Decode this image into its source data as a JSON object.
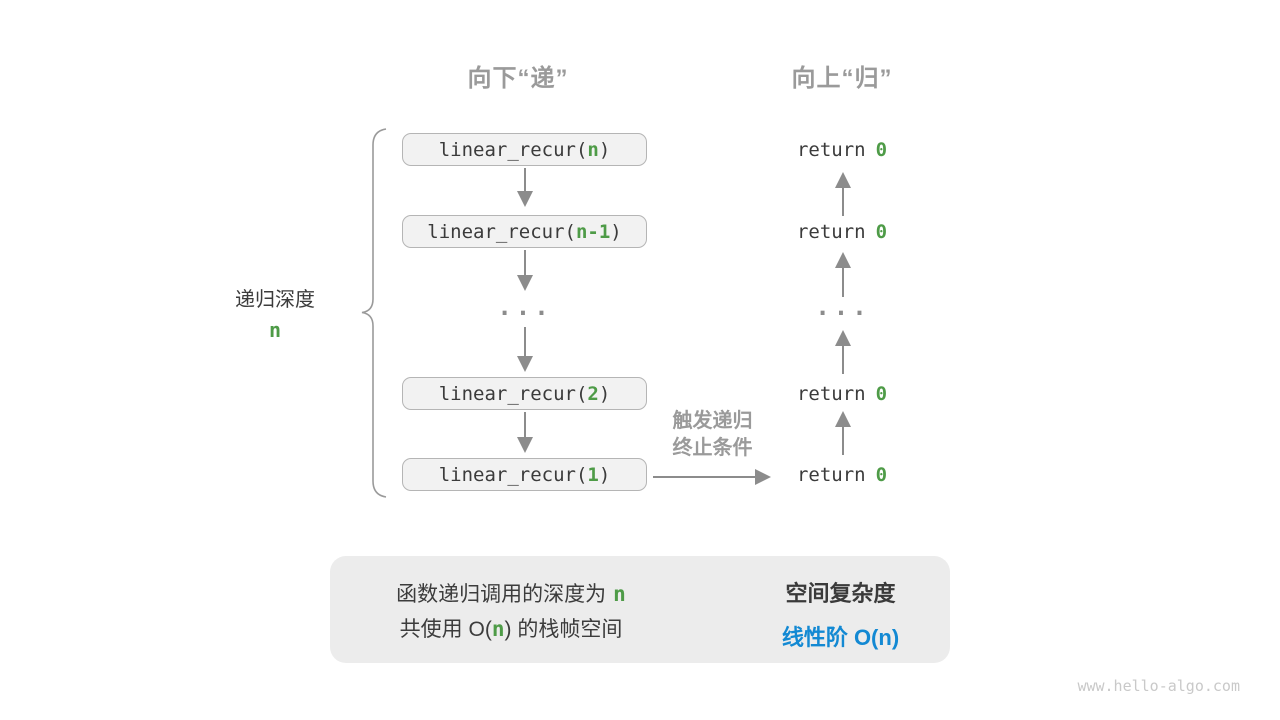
{
  "colors": {
    "green": "#4e9b47",
    "blue": "#1389d3",
    "gray-label": "#9a9a9a",
    "dark": "#3b3b3b",
    "arrow": "#8c8c8c",
    "box-fill": "#f2f2f2",
    "box-border": "#b5b5b5",
    "summary-fill": "#ececec",
    "summary-arrow": "#c6c6c6",
    "watermark": "#c9c9c9"
  },
  "headers": {
    "down_label": "向下“递”",
    "up_label": "向上“归”"
  },
  "depth_brace": {
    "label": "递归深度",
    "value": "n"
  },
  "call_stack": [
    {
      "prefix": "linear_recur(",
      "arg": "n",
      "suffix": ")"
    },
    {
      "prefix": "linear_recur(",
      "arg": "n-1",
      "suffix": ")"
    },
    {
      "prefix": "linear_recur(",
      "arg": "2",
      "suffix": ")"
    },
    {
      "prefix": "linear_recur(",
      "arg": "1",
      "suffix": ")"
    }
  ],
  "stack_ellipsis": "...",
  "returns": [
    {
      "keyword": "return",
      "value": "0"
    },
    {
      "keyword": "return",
      "value": "0"
    },
    {
      "keyword": "return",
      "value": "0"
    },
    {
      "keyword": "return",
      "value": "0"
    }
  ],
  "return_ellipsis": "...",
  "terminate_label": {
    "line1": "触发递归",
    "line2": "终止条件"
  },
  "summary": {
    "depth_text": "函数递归调用的深度为",
    "depth_value": "n",
    "space_pre": "共使用 O(",
    "space_value": "n",
    "space_post": ") 的栈帧空间",
    "title": "空间复杂度",
    "complexity": "线性阶 O(n)"
  },
  "watermark": "www.hello-algo.com"
}
